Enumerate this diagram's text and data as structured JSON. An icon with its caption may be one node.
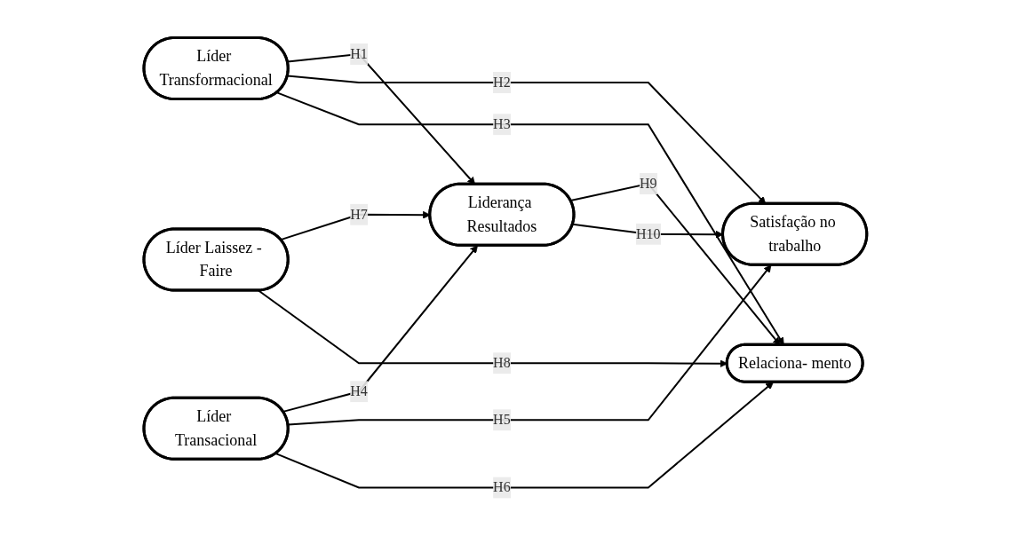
{
  "diagram": {
    "nodes": [
      {
        "text": [
          "Líder Transformacional"
        ]
      },
      {
        "text": [
          "Liderança Resultados"
        ]
      },
      {
        "text": [
          "Líder Transacional"
        ]
      },
      {
        "text": [
          "Satisfação no trabalho"
        ]
      },
      {
        "text": [
          "Líder Laissez - Faire"
        ]
      },
      {
        "text": [
          "Relaciona- mento"
        ]
      }
    ],
    "edges": [
      {
        "from": 0,
        "to": 1,
        "arrow": "to",
        "label": "H1"
      },
      {
        "from": 0,
        "to": 3,
        "arrow": "to",
        "label": "H2"
      },
      {
        "from": 0,
        "to": 5,
        "arrow": "to",
        "label": "H3"
      },
      {
        "from": 2,
        "to": 1,
        "arrow": "to",
        "label": "H4"
      },
      {
        "from": 2,
        "to": 3,
        "arrow": "to",
        "label": "H5"
      },
      {
        "from": 2,
        "to": 5,
        "arrow": "to",
        "label": "H6"
      },
      {
        "from": 4,
        "to": 1,
        "arrow": "to",
        "label": "H7"
      },
      {
        "from": 4,
        "to": 5,
        "arrow": "to",
        "label": "H8"
      },
      {
        "from": 1,
        "to": 5,
        "arrow": "to",
        "label": "H9"
      },
      {
        "from": 1,
        "to": 3,
        "arrow": "to",
        "label": "H10"
      }
    ]
  }
}
